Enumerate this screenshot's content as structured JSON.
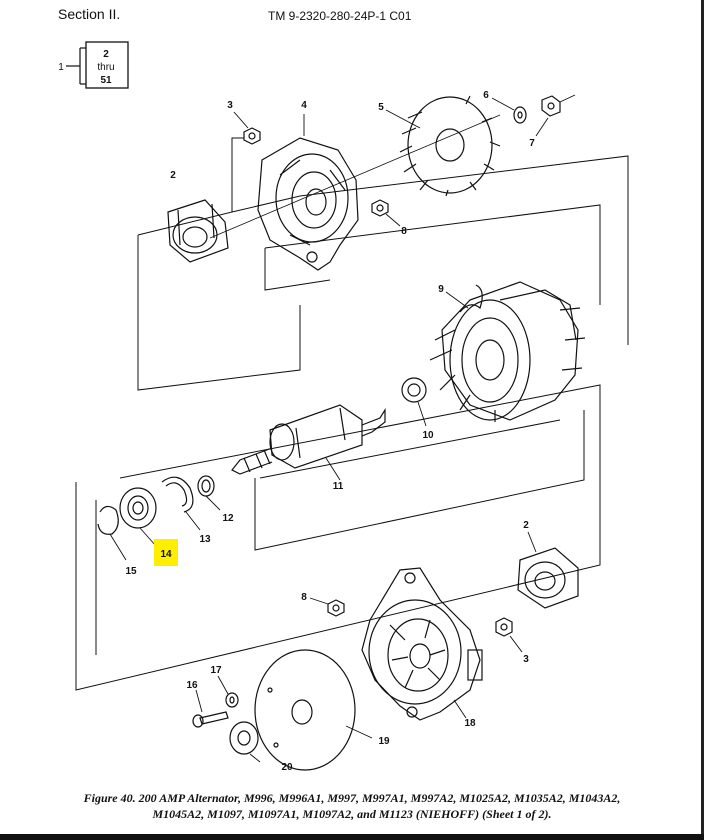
{
  "header": {
    "section": "Section II.",
    "tm_number": "TM 9-2320-280-24P-1  C01"
  },
  "callout_box": {
    "ref": "1",
    "line1": "2",
    "line2": "thru",
    "line3": "51"
  },
  "highlight_color": "#ffee00",
  "labels": {
    "l2a": "2",
    "l3a": "3",
    "l4": "4",
    "l5": "5",
    "l6": "6",
    "l7": "7",
    "l8a": "8",
    "l9": "9",
    "l10": "10",
    "l11": "11",
    "l12": "12",
    "l13": "13",
    "l14": "14",
    "l15": "15",
    "l2b": "2",
    "l8b": "8",
    "l3b": "3",
    "l16": "16",
    "l17": "17",
    "l18": "18",
    "l19": "19",
    "l20": "20"
  },
  "caption": {
    "line1": "Figure 40. 200 AMP Alternator, M996, M996A1, M997, M997A1, M997A2, M1025A2, M1035A2, M1043A2,",
    "line2": "M1045A2, M1097, M1097A1, M1097A2, and M1123 (NIEHOFF) (Sheet 1 of 2)."
  }
}
